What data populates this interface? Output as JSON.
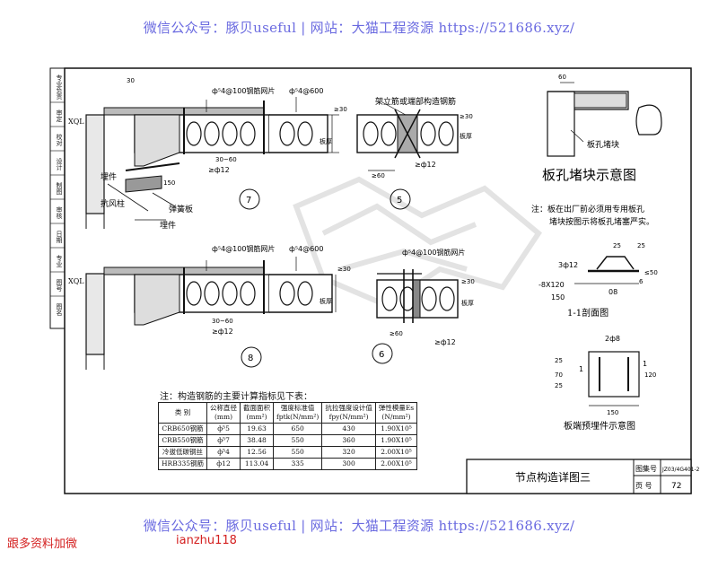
{
  "watermark": {
    "top": "微信公众号：豚贝useful | 网站：大猫工程资源 https://521686.xyz/",
    "bottom": "微信公众号：豚贝useful | 网站：大猫工程资源 https://521686.xyz/"
  },
  "contact": {
    "left": "跟多资料加微",
    "right": "ianzhu118"
  },
  "left_strip": [
    "专业负责",
    "审定",
    "校对",
    "设计",
    "制图",
    "审核",
    "日期",
    "专业",
    "图号",
    "图名"
  ],
  "detail7": {
    "mesh_label": "ф⁵4@100钢筋网片",
    "bar_label": "ф⁵4@600",
    "dim30": "30",
    "xql": "XQL",
    "bar12a": "≥ф12",
    "range": "30~60",
    "dim150": "150",
    "embed1": "埋件",
    "col": "抗风柱",
    "spring": "弹簧板",
    "embed2": "埋件",
    "dim30b": "≥30",
    "thick": "板厚",
    "num": "7"
  },
  "detail5": {
    "title": "架立筋或端部构造钢筋",
    "bar12": "≥ф12",
    "dim60": "≥60",
    "thick": "板厚",
    "dim30": "≥30",
    "num": "5"
  },
  "detail8": {
    "mesh_label": "ф⁵4@100钢筋网片",
    "bar_label": "ф⁵4@600",
    "xql": "XQL",
    "range": "30~60",
    "bar12": "≥ф12",
    "dim30": "≥30",
    "thick": "板厚",
    "num": "8"
  },
  "detail6": {
    "mesh_label": "ф⁵4@100钢筋网片",
    "dim60": "≥60",
    "bar12": "≥ф12",
    "thick": "板厚",
    "dim30": "≥30",
    "num": "6"
  },
  "plug": {
    "dim60": "60",
    "label": "板孔堵块",
    "title": "板孔堵块示意图",
    "note": "注：板在出厂前必须用专用板孔\n    堵块按图示将板孔堵塞严实。"
  },
  "section11": {
    "d25a": "25",
    "d25b": "25",
    "bar": "3ф12",
    "m": "-8X120",
    "d150": "150",
    "d80": "08",
    "d50": "≤50",
    "d6": "6",
    "title": "1-1剖面图"
  },
  "embed": {
    "bar": "2ф8",
    "d25a": "25",
    "d70": "70",
    "d25b": "25",
    "d120": "120",
    "d150": "150",
    "cut1": "1",
    "cut2": "1",
    "title": "板端预埋件示意图"
  },
  "notes": {
    "title": "注：构造钢筋的主要计算指标见下表：",
    "headers": [
      "类 别",
      "公称直径\n(mm)",
      "截面面积\n(mm²)",
      "强度标准值\nfptk(N/mm²)",
      "抗拉强度设计值\nfpy(N/mm²)",
      "弹性模量Es\n(N/mm²)"
    ],
    "rows": [
      [
        "CRB650钢筋",
        "ф⁵5",
        "19.63",
        "650",
        "430",
        "1.90X10⁵"
      ],
      [
        "CRB550钢筋",
        "ф⁵7",
        "38.48",
        "550",
        "360",
        "1.90X10⁵"
      ],
      [
        "冷拔低碳钢丝",
        "ф⁵4",
        "12.56",
        "550",
        "320",
        "2.00X10⁵"
      ],
      [
        "HRB335钢筋",
        "ф12",
        "113.04",
        "335",
        "300",
        "2.00X10⁵"
      ]
    ]
  },
  "titleblock": {
    "name": "节点构造详图三",
    "set_label": "图集号",
    "set_value": "JZ03/4G401-2",
    "page_label": "页 号",
    "page_value": "72"
  }
}
